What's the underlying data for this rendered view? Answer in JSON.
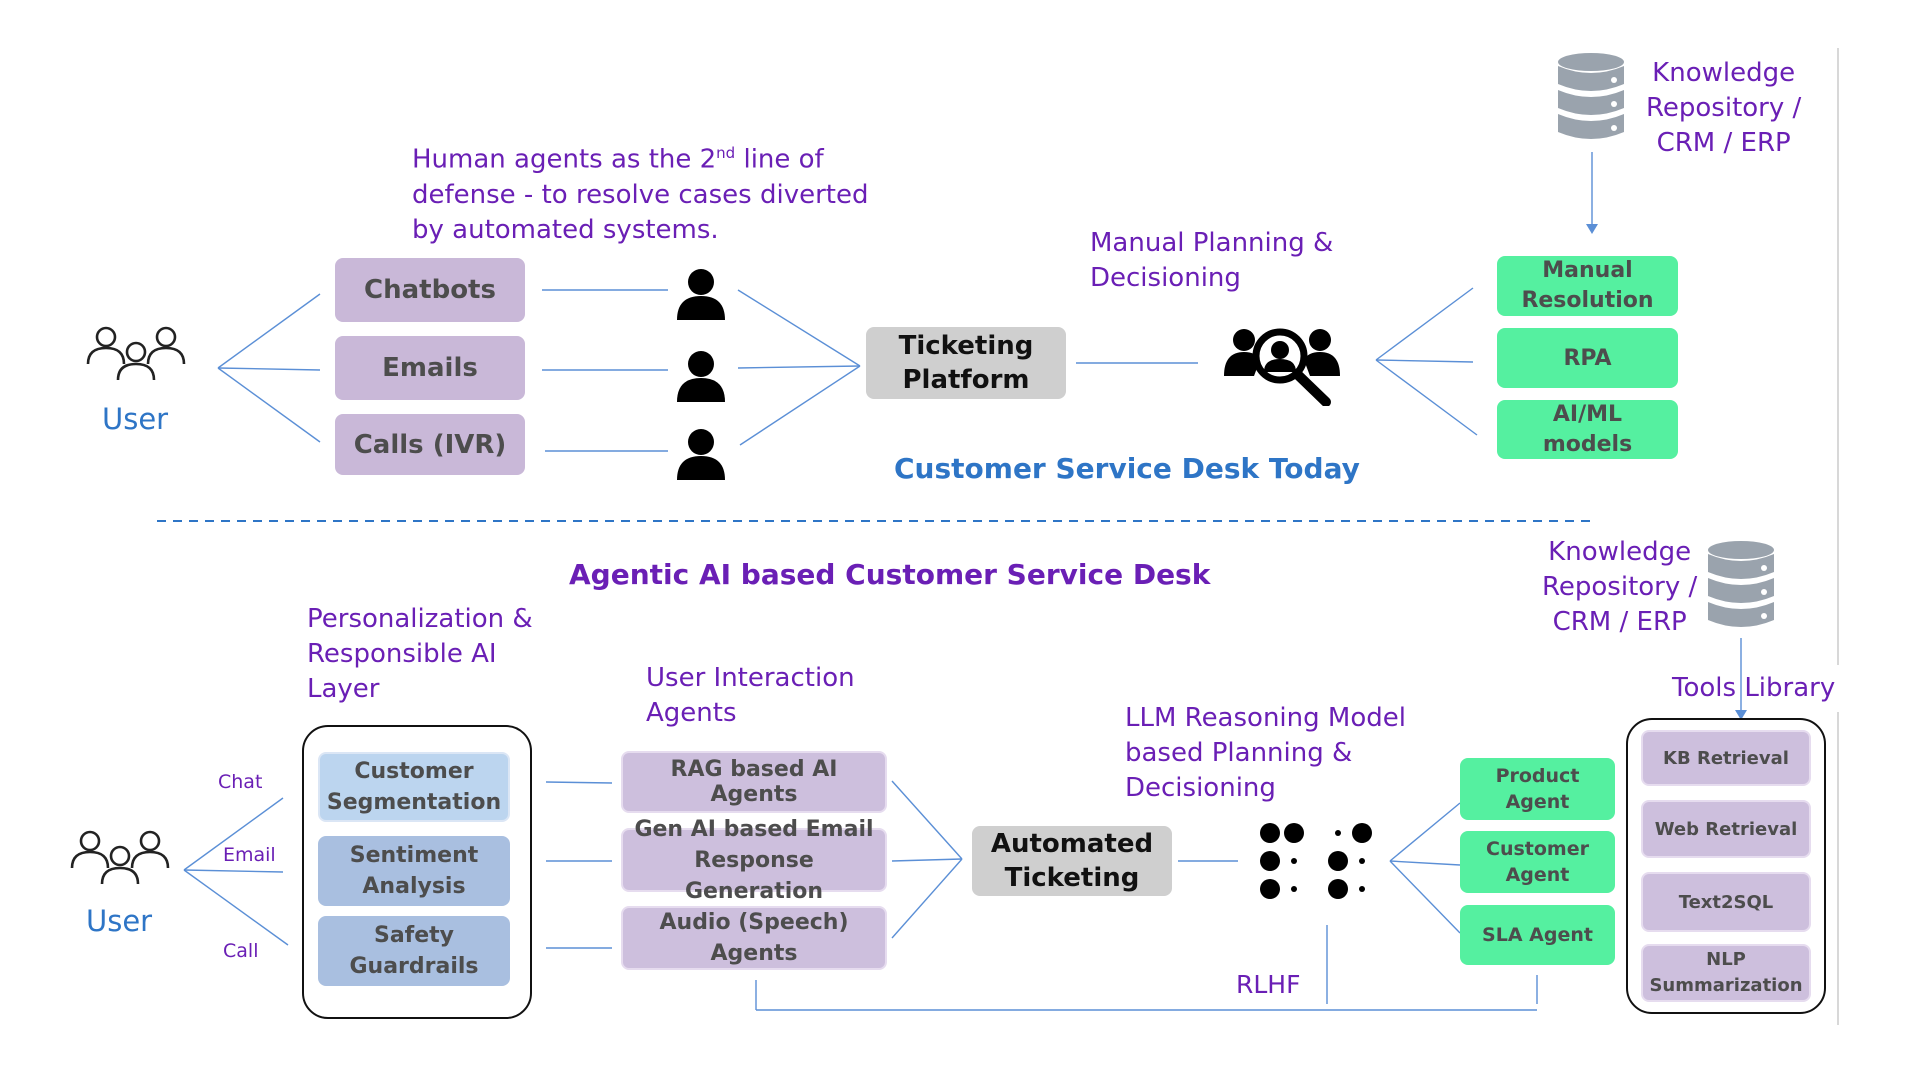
{
  "top": {
    "user_label": "User",
    "channels": [
      "Chatbots",
      "Emails",
      "Calls (IVR)"
    ],
    "human_note": {
      "line1_pre": "Human agents as the 2",
      "sup": "nd",
      "line1_post": " line of",
      "line2": "defense - to resolve cases diverted",
      "line3": "by automated systems."
    },
    "ticketing": [
      "Ticketing",
      "Platform"
    ],
    "planning_note": [
      "Manual Planning &",
      "Decisioning"
    ],
    "resolutions": [
      [
        "Manual",
        "Resolution"
      ],
      [
        "RPA"
      ],
      [
        "AI/ML",
        "models"
      ]
    ],
    "knowledge": [
      "Knowledge",
      "Repository /",
      "CRM / ERP"
    ],
    "section_title": "Customer Service Desk Today"
  },
  "bottom": {
    "section_title": "Agentic AI based Customer Service Desk",
    "user_label": "User",
    "channel_labels": [
      "Chat",
      "Email",
      "Call"
    ],
    "layer_title": [
      "Personalization &",
      "Responsible AI",
      "Layer"
    ],
    "layer_items": [
      [
        "Customer",
        "Segmentation"
      ],
      [
        "Sentiment",
        "Analysis"
      ],
      [
        "Safety",
        "Guardrails"
      ]
    ],
    "interaction_title": [
      "User Interaction",
      "Agents"
    ],
    "interaction_agents": [
      [
        "RAG based AI Agents"
      ],
      [
        "Gen AI based Email",
        "Response Generation"
      ],
      [
        "Audio (Speech)",
        "Agents"
      ]
    ],
    "ticketing": [
      "Automated",
      "Ticketing"
    ],
    "llm_title": [
      "LLM  Reasoning Model",
      "based Planning &",
      "Decisioning"
    ],
    "agents": [
      [
        "Product",
        "Agent"
      ],
      [
        "Customer",
        "Agent"
      ],
      [
        "SLA Agent"
      ]
    ],
    "knowledge": [
      "Knowledge",
      "Repository /",
      "CRM / ERP"
    ],
    "tools_title": "Tools Library",
    "tools": [
      [
        "KB Retrieval"
      ],
      [
        "Web Retrieval"
      ],
      [
        "Text2SQL"
      ],
      [
        "NLP",
        "Summarization"
      ]
    ],
    "feedback_label": "RLHF"
  },
  "colors": {
    "purple": "#6a1fb5",
    "blue": "#2e75c6",
    "green": "#55f0a0",
    "lavender": "#c9b8d8",
    "line": "#5b8fd6"
  }
}
